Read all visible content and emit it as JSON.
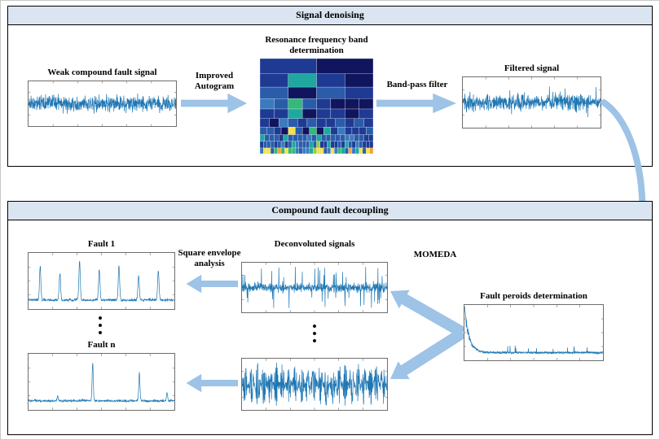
{
  "colors": {
    "arrow": "#9dc3e6",
    "header_bg": "#dbe5f1",
    "plot_line": "#1f77b4",
    "heatmap_palette": [
      "#10155e",
      "#1f3a93",
      "#2a5caa",
      "#3a7bbf",
      "#1fa8a0",
      "#35b879",
      "#9ccb3b",
      "#f5e14a",
      "#f0a43c"
    ]
  },
  "denoising": {
    "title": "Signal denoising",
    "weak_label": "Weak compound fault signal",
    "autogram_label": "Improved Autogram",
    "resonance_label": "Resonance frequency band determination",
    "bandpass_label": "Band-pass filter",
    "filtered_label": "Filtered signal"
  },
  "decoupling": {
    "title": "Compound fault decoupling",
    "fault1_label": "Fault 1",
    "faultn_label": "Fault n",
    "envelope_label": "Square envelope analysis",
    "deconv_label": "Deconvoluted signals",
    "momeda_label": "MOMEDA",
    "periods_label": "Fault peroids determination"
  }
}
